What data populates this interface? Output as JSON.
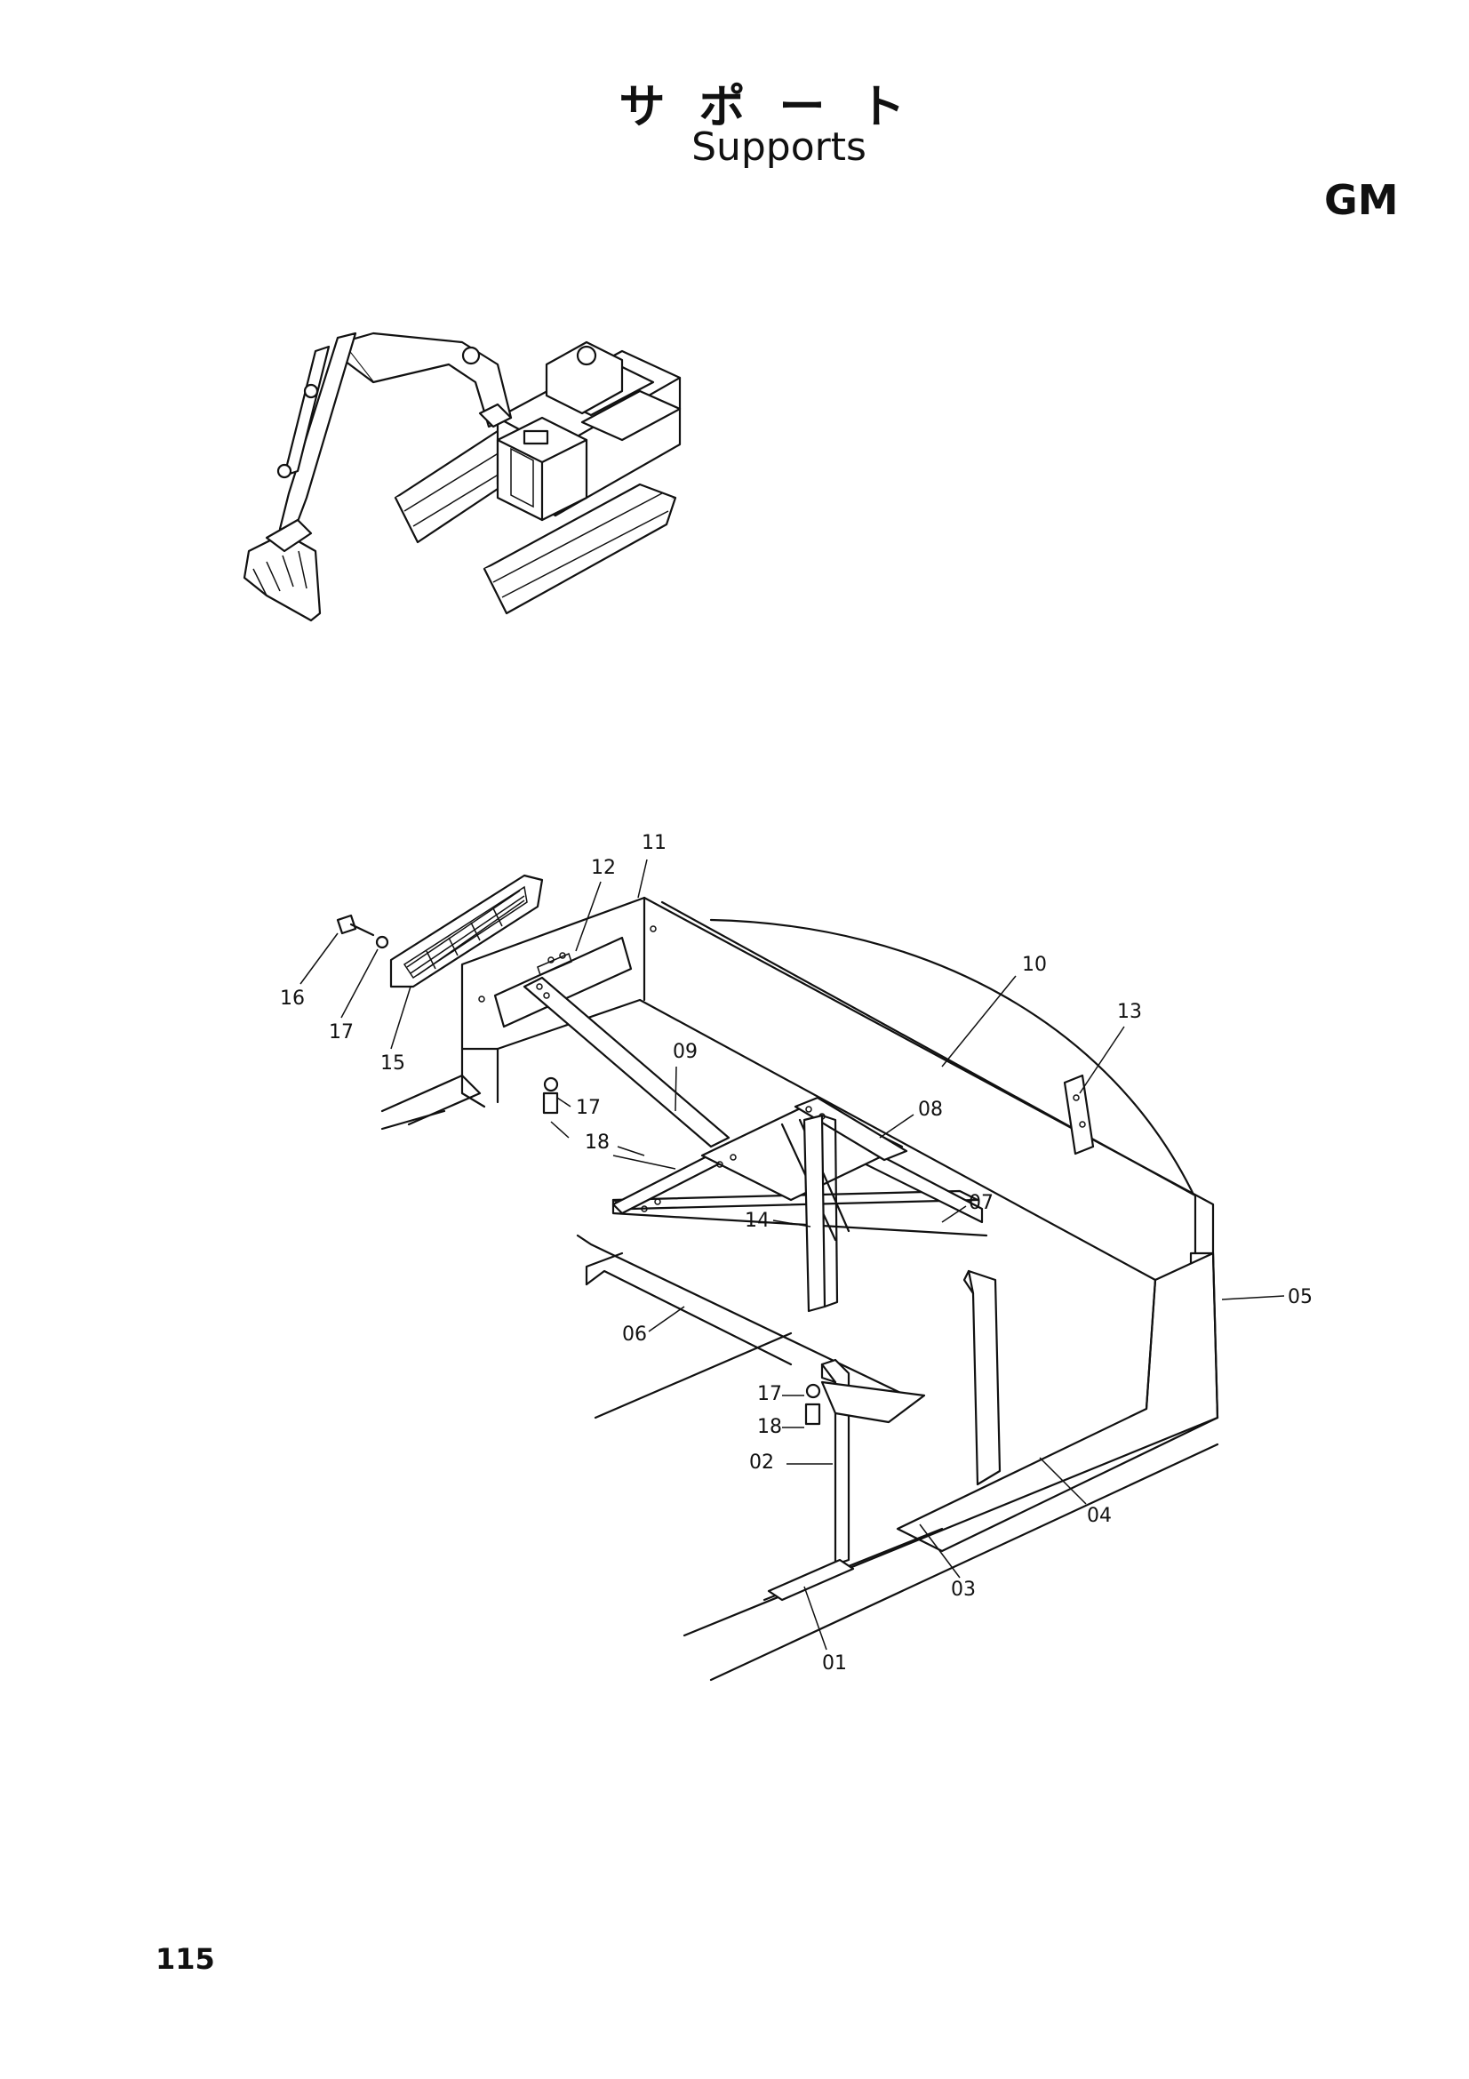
{
  "header": {
    "title_jp": "サポート",
    "title_en": "Supports",
    "section_code": "GM"
  },
  "footer": {
    "page_number": "115"
  },
  "callouts": {
    "c01": "01",
    "c02": "02",
    "c03": "03",
    "c04": "04",
    "c05": "05",
    "c06": "06",
    "c07": "07",
    "c08": "08",
    "c09": "09",
    "c10": "10",
    "c11": "11",
    "c12": "12",
    "c13": "13",
    "c14": "14",
    "c15": "15",
    "c16": "16",
    "c17a": "17",
    "c17b": "17",
    "c17c": "17",
    "c18a": "18",
    "c18b": "18"
  }
}
